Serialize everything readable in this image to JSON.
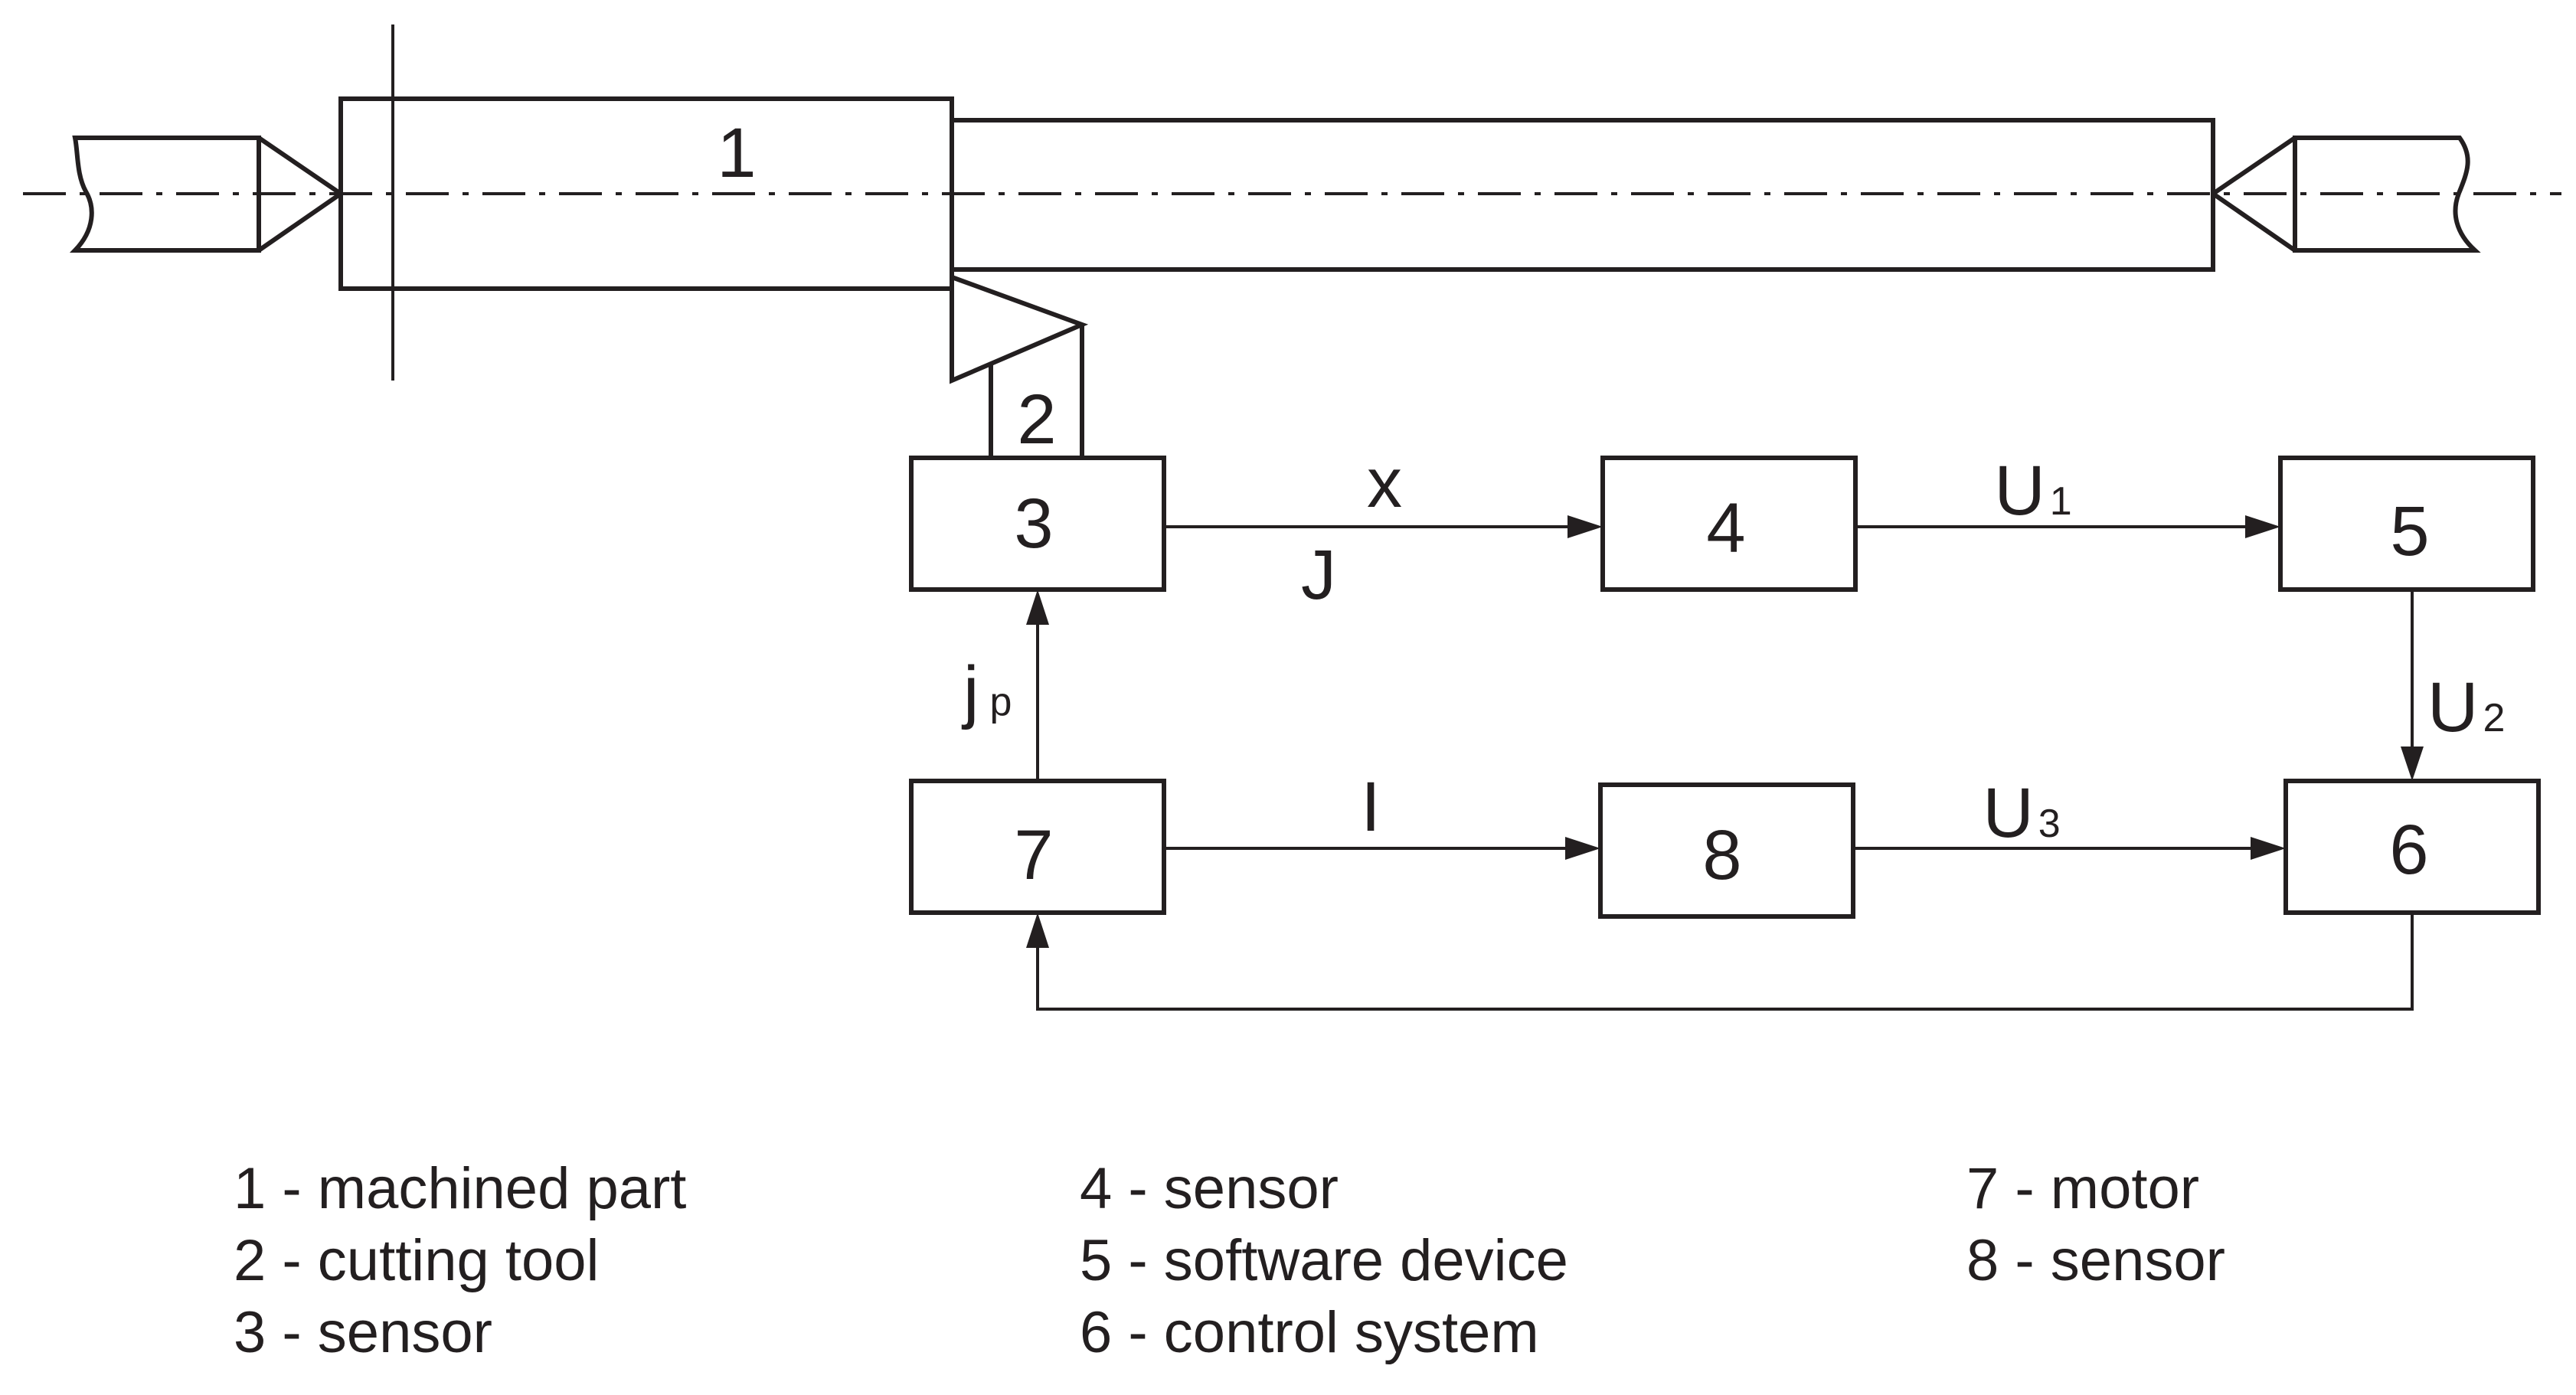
{
  "blocks": {
    "part": "1",
    "tool": "2",
    "b3": "3",
    "b4": "4",
    "b5": "5",
    "b6": "6",
    "b7": "7",
    "b8": "8"
  },
  "signals": {
    "x": "x",
    "J": "J",
    "U1": {
      "main": "U",
      "sub": "1"
    },
    "U2": {
      "main": "U",
      "sub": "2"
    },
    "U3": {
      "main": "U",
      "sub": "3"
    },
    "jp": {
      "main": "j",
      "sub": "p"
    },
    "I": "I"
  },
  "legend": {
    "col1": [
      "1 - machined part",
      "2 - cutting tool",
      "3 - sensor"
    ],
    "col2": [
      "4 - sensor",
      "5 - software device",
      "6 - control system"
    ],
    "col3": [
      "7 - motor",
      "8 - sensor"
    ]
  }
}
